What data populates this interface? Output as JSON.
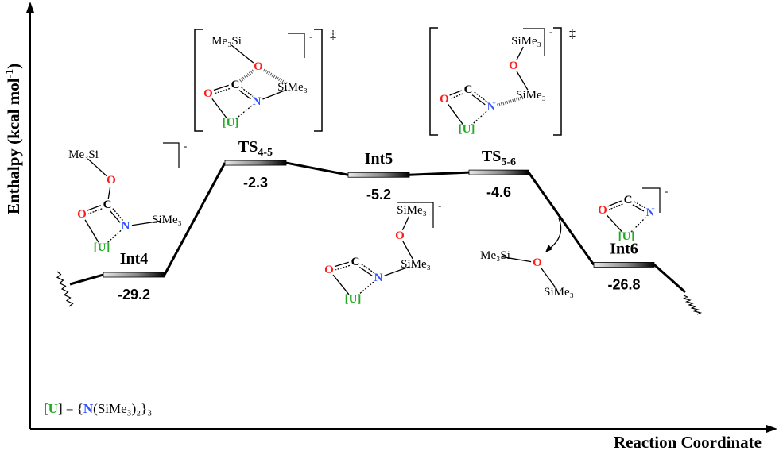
{
  "chart_data": {
    "type": "energy-profile",
    "xlabel": "Reaction Coordinate",
    "ylabel": "Enthalpy (kcal mol-1)",
    "ylabel_main": "Enthalpy (kcal mol",
    "ylabel_sup": "-1",
    "ylabel_end": ")",
    "states": [
      {
        "name": "Int4",
        "sub": "",
        "value": -29.2,
        "value_label": "-29.2"
      },
      {
        "name": "TS",
        "sub": "4-5",
        "value": -2.3,
        "value_label": "-2.3"
      },
      {
        "name": "Int5",
        "sub": "",
        "value": -5.2,
        "value_label": "-5.2"
      },
      {
        "name": "TS",
        "sub": "5-6",
        "value": -4.6,
        "value_label": "-4.6"
      },
      {
        "name": "Int6",
        "sub": "",
        "value": -26.8,
        "value_label": "-26.8"
      }
    ]
  },
  "colors": {
    "oxygen": "#ff1a1a",
    "nitrogen": "#3355ff",
    "uranium": "#22aa22",
    "carbon": "#000000"
  },
  "legend": {
    "u_open": "[",
    "u": "U",
    "u_close": "] = {",
    "n": "N",
    "rest": "(SiMe₃)₂}₃"
  },
  "charges": {
    "minus": "-",
    "ts": "‡"
  },
  "molecules": {
    "int4": [
      "Me₃Si",
      "O",
      "C",
      "O",
      "N",
      "SiMe₃",
      "[U]"
    ],
    "ts45": [
      "Me₃Si",
      "O",
      "C",
      "O",
      "N",
      "SiMe₃",
      "[U]"
    ],
    "ts56": [
      "SiMe₃",
      "O",
      "C",
      "O",
      "N",
      "SiMe₃",
      "[U]"
    ],
    "int5": [
      "SiMe₃",
      "O",
      "C",
      "O",
      "N",
      "SiMe₃",
      "[U]"
    ],
    "free": [
      "Me₃Si",
      "O",
      "SiMe₃"
    ],
    "int6": [
      "C",
      "O",
      "N",
      "[U]"
    ]
  }
}
